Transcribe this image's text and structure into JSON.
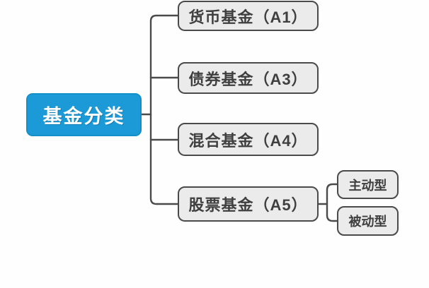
{
  "mindmap": {
    "root": {
      "label": "基金分类"
    },
    "branches": [
      {
        "label": "货币基金（A1）"
      },
      {
        "label": "债券基金（A3）"
      },
      {
        "label": "混合基金（A4）"
      },
      {
        "label": "股票基金（A5）"
      }
    ],
    "stock_subtypes": [
      {
        "label": "主动型"
      },
      {
        "label": "被动型"
      }
    ],
    "colors": {
      "background": "#fefefe",
      "root_fill": "#1b9ad7",
      "root_edge": "#148fc9",
      "root_text": "#ffffff",
      "node_fill": "#ebebeb",
      "node_border": "#4a4a4a",
      "node_text": "#3f3f3f",
      "connector": "#4a4a4a"
    }
  }
}
